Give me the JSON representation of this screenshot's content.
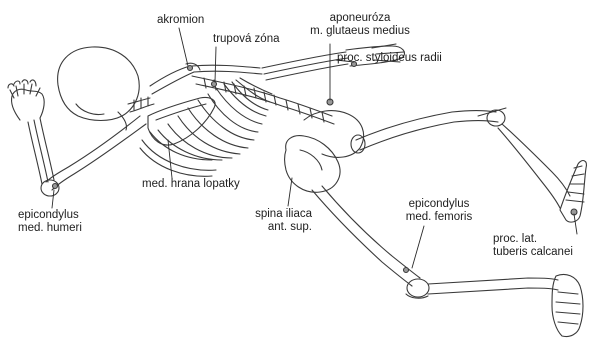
{
  "labels": {
    "akromion": "akromion",
    "trupova_zona": "trupová zóna",
    "aponeuroza_line1": "aponeuróza",
    "aponeuroza_line2": "m. glutaeus medius",
    "proc_styloideus": "proc. styloideus radii",
    "med_hrana": "med. hrana lopatky",
    "spina_line1": "spina iliaca",
    "spina_line2": "ant. sup.",
    "epic_fem_line1": "epicondylus",
    "epic_fem_line2": "med. femoris",
    "epic_hum_line1": "epicondylus",
    "epic_hum_line2": "med. humeri",
    "calc_line1": "proc. lat.",
    "calc_line2": "tuberis calcanei"
  }
}
